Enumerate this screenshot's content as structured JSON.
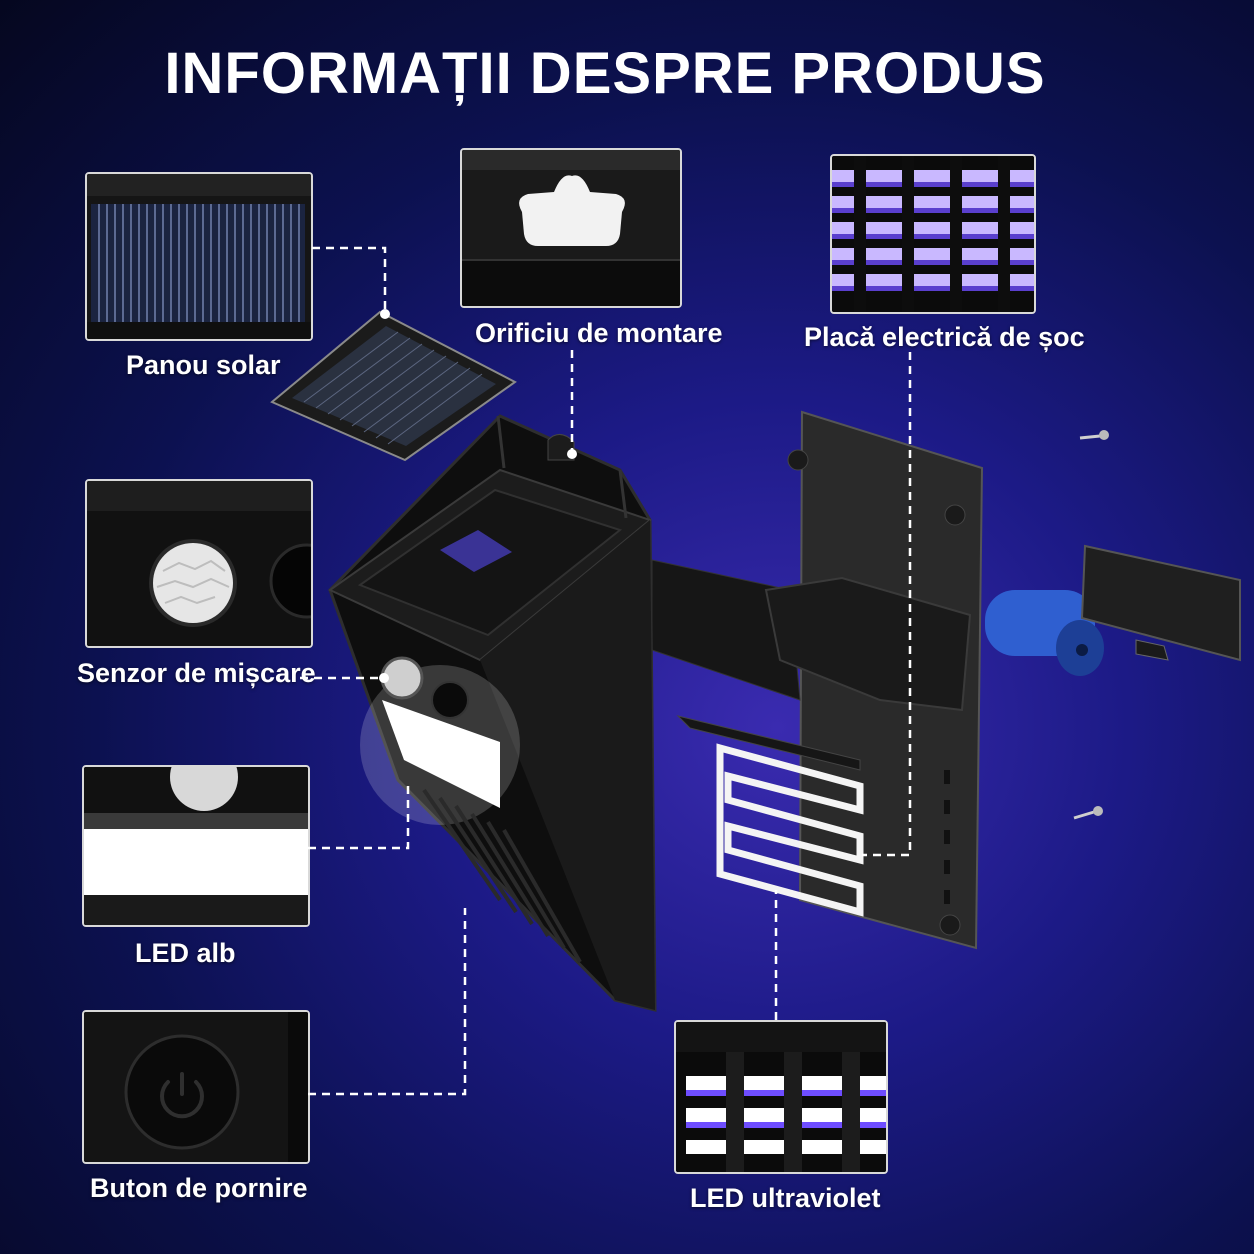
{
  "title": "INFORMAȚII DESPRE PRODUS",
  "labels": {
    "solar_panel": "Panou solar",
    "mounting_hole": "Orificiu de montare",
    "shock_plate": "Placă electrică de șoc",
    "motion_sensor": "Senzor de mișcare",
    "white_led": "LED alb",
    "power_button": "Buton de pornire",
    "uv_led": "LED ultraviolet"
  },
  "colors": {
    "uv_light": "#7b5cff",
    "battery": "#2f5fd0",
    "housing": "#111111",
    "callout_line": "#ffffff"
  },
  "icons": [
    "solar-panel-icon",
    "mounting-hole-icon",
    "uv-grid-icon",
    "pir-sensor-icon",
    "led-strip-icon",
    "power-icon",
    "uv-led-icon"
  ]
}
